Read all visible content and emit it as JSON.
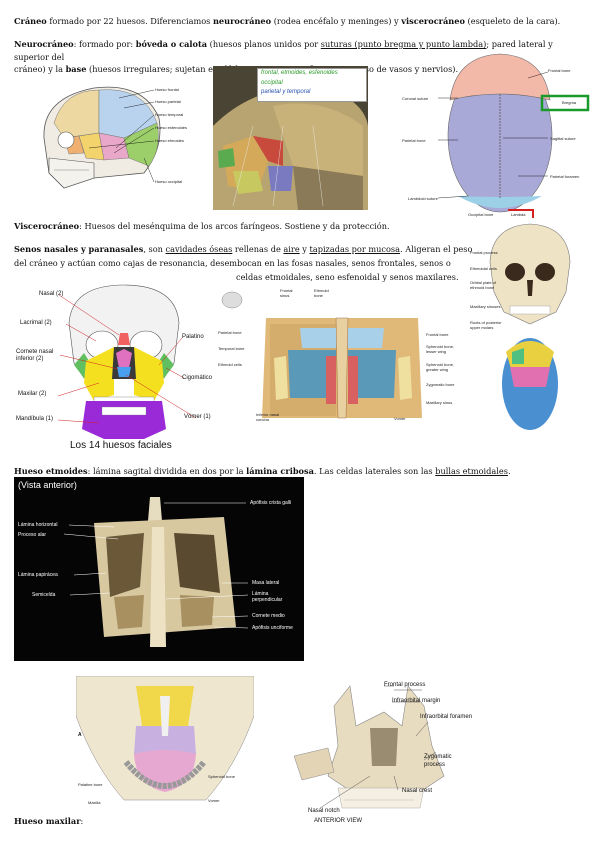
{
  "p1": {
    "t1": "Cráneo",
    "t2": " formado por 22 huesos. Diferenciamos ",
    "t3": "neurocráneo",
    "t4": " (rodea encéfalo y meninges) y ",
    "t5": "viscerocráneo",
    "t6": " (esqueleto de la cara)."
  },
  "p2": {
    "t1": "Neurocráneo",
    "t2": ": formado por: ",
    "t3": "bóveda o calota",
    "t4": " (huesos planos unidos por ",
    "t5": "suturas (punto bregma y punto lambda)",
    "t6": "; pared lateral y superior del",
    "t7": "cráneo) y la ",
    "t8": "base",
    "t9": " (huesos irregulares; sujetan encéfalo y presentan orificios para paso de vasos y nervios)."
  },
  "fig1": {
    "labels": [
      "Hueso frontal",
      "Hueso parietal",
      "Hueso temporal",
      "Hueso esfenoides",
      "Hueso etmoides",
      "Hueso occipital"
    ]
  },
  "fig2": {
    "note1": "frontal, etmoides, esfenoides",
    "note2": "occipital",
    "note3": "parietal y temporal"
  },
  "fig3": {
    "labels": {
      "frontal": "Frontal bone",
      "coronal": "Coronal suture",
      "bregma": "Bregma",
      "parietal": "Parietal bone",
      "sagittal": "Sagittal suture",
      "foramen": "Parietal foramen",
      "lambdoid": "Lambdoid suture",
      "occipital": "Occipital bone",
      "lambda": "Lambda"
    },
    "box_color": "#1a9a2a",
    "box2_color": "#d42020"
  },
  "p3": {
    "t1": "Viscerocráneo",
    "t2": ": Huesos del mesénquima de los arcos faríngeos. Sostiene y da protección."
  },
  "p4": {
    "t1": "Senos nasales y paranasales",
    "t2": ", son ",
    "t3": "cavidades óseas",
    "t4": " rellenas de ",
    "t5": "aire",
    "t6": " y ",
    "t7": "tapizadas por mucosa",
    "t8": ". Aligeran el peso",
    "line2": "del cráneo y actúan como cajas de resonancia, desembocan en las fosas nasales, senos frontales, senos o",
    "line3": "celdas etmoidales, seno esfenoidal y senos maxilares."
  },
  "fig4": {
    "labels": {
      "nasal": "Nasal (2)",
      "lacrimal": "Lacrimal (2)",
      "cornete": "Cornete nasal inferior (2)",
      "maxilar": "Maxilar (2)",
      "mandibula": "Mandíbula (1)",
      "palatino": "Palatino",
      "cigomatico": "Cigomático",
      "vomer": "Vómer (1)"
    },
    "caption": "Los 14 huesos faciales"
  },
  "fig5": {
    "labels": {
      "frontal_sinus": "Frontal sinus",
      "ethmoid_bone": "Ethmoid bone",
      "parietal": "Parietal bone",
      "temporal": "Temporal bone",
      "ethmoid_cells": "Ethmoid cells",
      "frontal_bone": "Frontal bone",
      "sphenoid_lesser": "Sphenoid bone, lesser wing",
      "sphenoid_greater": "Sphenoid bone, greater wing",
      "zygomatic": "Zygomatic bone",
      "maxillary": "Maxillary sinus",
      "concha": "Inferior nasal concha",
      "vomer": "Vomer"
    }
  },
  "fig6": {
    "labels": {
      "frontal": "Frontal process",
      "ethmoidal": "Ethmoidal cells",
      "orbital": "Orbital plate of ethmoid bone",
      "maxillary": "Maxillary sinuses",
      "roots": "Roots of posterior upper molars"
    }
  },
  "p5": {
    "t1": "Hueso etmoides",
    "t2": ": lámina sagital dividida en dos por la ",
    "t3": "lámina cribosa",
    "t4": ". Las celdas laterales son las ",
    "t5": "bullas etmoidales",
    "t6": "."
  },
  "fig7": {
    "title": "(Vista anterior)",
    "labels": {
      "crista": "Apófisis crista galli",
      "horizontal": "Lámina horizontal",
      "alar": "Proceso alar",
      "papiracea": "Lámina papirácea",
      "semicelda": "Semicelda",
      "masa": "Masa lateral",
      "perpendicular": "Lámina perpendicular",
      "cornete": "Cornete medio",
      "unciforme": "Apófisis unciforme"
    }
  },
  "fig8": {
    "letter": "A",
    "labels": {
      "palatine": "Palatine bone",
      "maxilla": "Maxilla",
      "sphenoid": "Sphenoid bone",
      "vomer": "Vomer"
    }
  },
  "fig9": {
    "labels": {
      "frontal": "Frontal process",
      "infra_margin": "Infraorbital margin",
      "infra_foramen": "Infraorbital foramen",
      "zygomatic": "Zygomatic process",
      "notch": "Nasal notch",
      "crest": "Nasal crest"
    },
    "caption": "ANTERIOR VIEW"
  },
  "p6": {
    "t1": "Hueso maxilar",
    "t2": ":"
  }
}
